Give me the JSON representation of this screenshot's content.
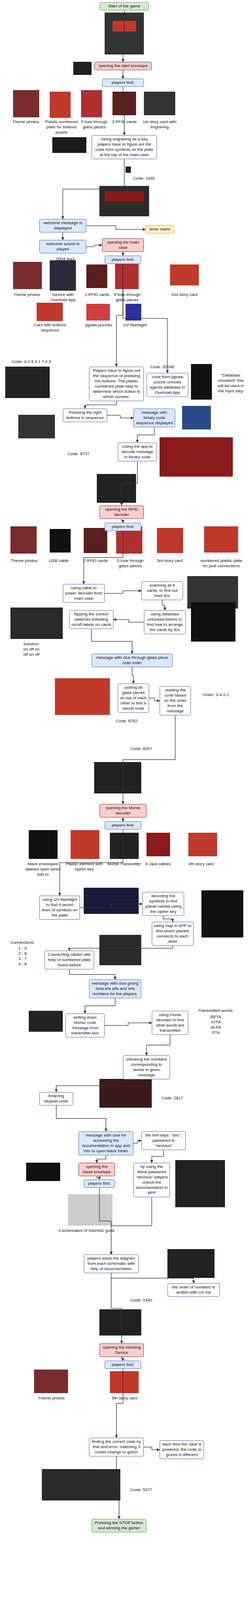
{
  "diagram": {
    "nodes": [
      {
        "text": [
          "Start of the game"
        ]
      },
      {
        "text": [
          "opening the start envelope"
        ]
      },
      {
        "text": [
          "players find:"
        ]
      },
      {
        "text": [
          "Using engraving as a key players have to figure out the code from symbols on the plate at the top of the main case"
        ]
      },
      {
        "text": [
          "welcome message is displayed"
        ]
      },
      {
        "text": [
          "timer starts"
        ]
      },
      {
        "text": [
          "welcome sound is played"
        ]
      },
      {
        "text": [
          "opening the main case"
        ]
      },
      {
        "text": [
          "players find:"
        ]
      },
      {
        "text": [
          "Players have to figure out the sequence of pressing the buttons. The plastic numbered plate help to determine which button is which number."
        ]
      },
      {
        "text": [
          "code from jigsaw puzzle unlocks agents database in Overload App"
        ]
      },
      {
        "text": [
          "Pressing the right buttons in sequence"
        ]
      },
      {
        "text": [
          "message with binary code sequence displayed"
        ]
      },
      {
        "text": [
          "Using the app to decode message in binary code"
        ]
      },
      {
        "text": [
          "opening the RFID decoder"
        ]
      },
      {
        "text": [
          "players find:"
        ]
      },
      {
        "text": [
          "using cable to power decoder from main case"
        ]
      },
      {
        "text": [
          "scanning all 6 cards, to find out their IDs"
        ]
      },
      {
        "text": [
          "flipping the correct switches following on/off labels on cards"
        ]
      },
      {
        "text": [
          "using database unlocked before to find how to arrange the cards by IDs"
        ]
      },
      {
        "text": [
          "message with clue through glass piece read order"
        ]
      },
      {
        "text": [
          "putting all glass pieces on top of each other to find a secret code"
        ]
      },
      {
        "text": [
          "reading the code based on the order from the message"
        ]
      },
      {
        "text": [
          "opening the Morse decoder"
        ]
      },
      {
        "text": [
          "players find:"
        ]
      },
      {
        "text": [
          "using UV flashlight to find 4 secret lines of symbols on the plate"
        ]
      },
      {
        "text": [
          "decoding the symbols to find planet names using the cipher key"
        ]
      },
      {
        "text": [
          "using map in APP to find which planets connects to each other"
        ]
      },
      {
        "text": [
          "Connecting cables with help of numbered plate found before"
        ]
      },
      {
        "text": [
          "message with clue giving beta,eta alfa and iota numbers for the players."
        ]
      },
      {
        "text": [
          "writing down Morse code message from transmitter box"
        ]
      },
      {
        "text": [
          "using morse decoder to find what words are transmitted"
        ]
      },
      {
        "text": [
          "checking the numbers corresponding to words in given message"
        ]
      },
      {
        "text": [
          "Entering keypad code"
        ]
      },
      {
        "text": [
          "message with clue for accessing the documentation in app and info to open black folder"
        ]
      },
      {
        "text": [
          "the hint says: \"doc\", password is \"devious\""
        ]
      },
      {
        "text": [
          "opening the black envelope"
        ]
      },
      {
        "text": [
          "players find:"
        ]
      },
      {
        "text": [
          "by using the literal password \"devious\" players unlock the documentation in APP"
        ]
      },
      {
        "text": [
          "players solve the diagram from each schematic with help of documentation"
        ]
      },
      {
        "text": [
          "the order of numbers is written with UV ink"
        ]
      },
      {
        "text": [
          "opening the Hacking Device"
        ]
      },
      {
        "text": [
          "players find:"
        ]
      },
      {
        "text": [
          "finding the correct code by trial and error, matching 3 nodes change to green"
        ]
      },
      {
        "text": [
          "each time the case is powered, the code to guess is different"
        ]
      },
      {
        "text": [
          "Pressing the STOP button and winning the game!"
        ]
      }
    ],
    "edges": [
      {
        "from": 0,
        "to": 1,
        "arrow": "to"
      },
      {
        "from": 1,
        "to": 2,
        "arrow": "to"
      },
      {
        "from": 2,
        "to": 3,
        "arrow": "to"
      },
      {
        "from": 3,
        "to": 4,
        "arrow": "to"
      },
      {
        "from": 4,
        "to": 5,
        "arrow": "to"
      },
      {
        "from": 4,
        "to": 6,
        "arrow": "to"
      },
      {
        "from": 6,
        "to": 7,
        "arrow": "to"
      },
      {
        "from": 7,
        "to": 8,
        "arrow": "to"
      },
      {
        "from": 8,
        "to": 9,
        "arrow": "to"
      },
      {
        "from": 8,
        "to": 10,
        "arrow": "to"
      },
      {
        "from": 9,
        "to": 11,
        "arrow": "to"
      },
      {
        "from": 11,
        "to": 12,
        "arrow": "to"
      },
      {
        "from": 12,
        "to": 13,
        "arrow": "to"
      },
      {
        "from": 13,
        "to": 14,
        "arrow": "to"
      },
      {
        "from": 14,
        "to": 15,
        "arrow": "to"
      },
      {
        "from": 15,
        "to": 16,
        "arrow": "to"
      },
      {
        "from": 16,
        "to": 17,
        "arrow": "to"
      },
      {
        "from": 17,
        "to": 19,
        "arrow": "to"
      },
      {
        "from": 19,
        "to": 18,
        "arrow": "to"
      },
      {
        "from": 18,
        "to": 20,
        "arrow": "to"
      },
      {
        "from": 20,
        "to": 21,
        "arrow": "to"
      },
      {
        "from": 21,
        "to": 22,
        "arrow": "to"
      },
      {
        "from": 22,
        "to": 23,
        "arrow": "to"
      },
      {
        "from": 23,
        "to": 24,
        "arrow": "to"
      },
      {
        "from": 24,
        "to": 25,
        "arrow": "to"
      },
      {
        "from": 25,
        "to": 26,
        "arrow": "to"
      },
      {
        "from": 26,
        "to": 27,
        "arrow": "to"
      },
      {
        "from": 27,
        "to": 28,
        "arrow": "to"
      },
      {
        "from": 28,
        "to": 29,
        "arrow": "to"
      },
      {
        "from": 29,
        "to": 30,
        "arrow": "to"
      },
      {
        "from": 30,
        "to": 31,
        "arrow": "to"
      },
      {
        "from": 31,
        "to": 32,
        "arrow": "to"
      },
      {
        "from": 32,
        "to": 33,
        "arrow": "to"
      },
      {
        "from": 33,
        "to": 34,
        "arrow": "to"
      },
      {
        "from": 34,
        "to": 35,
        "arrow": "to"
      },
      {
        "from": 34,
        "to": 36,
        "arrow": "to"
      },
      {
        "from": 35,
        "to": 38,
        "arrow": "to"
      },
      {
        "from": 36,
        "to": 37,
        "arrow": "to"
      },
      {
        "from": 37,
        "to": 39,
        "arrow": "to"
      },
      {
        "from": 38,
        "to": 39,
        "arrow": "to"
      },
      {
        "from": 39,
        "to": 40,
        "arrow": "to"
      },
      {
        "from": 39,
        "to": 41,
        "arrow": "to"
      },
      {
        "from": 41,
        "to": 42,
        "arrow": "to"
      },
      {
        "from": 42,
        "to": 43,
        "arrow": "to"
      },
      {
        "from": 43,
        "to": 44,
        "arrow": "to"
      },
      {
        "from": 43,
        "to": 45,
        "arrow": "to"
      }
    ],
    "labels": [
      "Theme photos",
      "Plastic numbered plate for buttons puzzle",
      "5 fuse through glass pieces",
      "2 RFID cards",
      "1st story card with engraving",
      "Code: 1426",
      "0004.mp3",
      "Theme photos",
      "Device with Overload App",
      "2 RFID cards",
      "5 fuse through glass pieces",
      "2nd story card",
      "Card with buttons sequence",
      "jigsaw puzzles",
      "UV flashlight",
      "Code: 6 2 8 3 1 7 4 5",
      "Code: 52046",
      "\"Database unlocked\" this will be used in the input step",
      "Code: 8737",
      "Theme photos",
      "USB cable",
      "2 RFID cards",
      "5 fuse through glass pieces",
      "3rd story card",
      "numbered plastic plate for jack connections",
      "Solution:",
      "on off on",
      "off on off",
      "Order: 3-4-1-2",
      "Code: 6762",
      "Code: 6267",
      "black enveloped labeled open when told to",
      "Plastic element with cipher key",
      "Morse Transmitter",
      "4 Jack cables",
      "4th story card",
      "Connections:",
      "1 - 5",
      "2 - 8",
      "3 - 7",
      "4 - 6",
      "Transmitted words:",
      "BETA",
      "IOTA",
      "ALFA",
      "ETA",
      "Code: 2817",
      "4 schematics of futuristic guns",
      "Code: 1540",
      "Theme photos",
      "5th story card",
      "Code: 5377"
    ]
  }
}
